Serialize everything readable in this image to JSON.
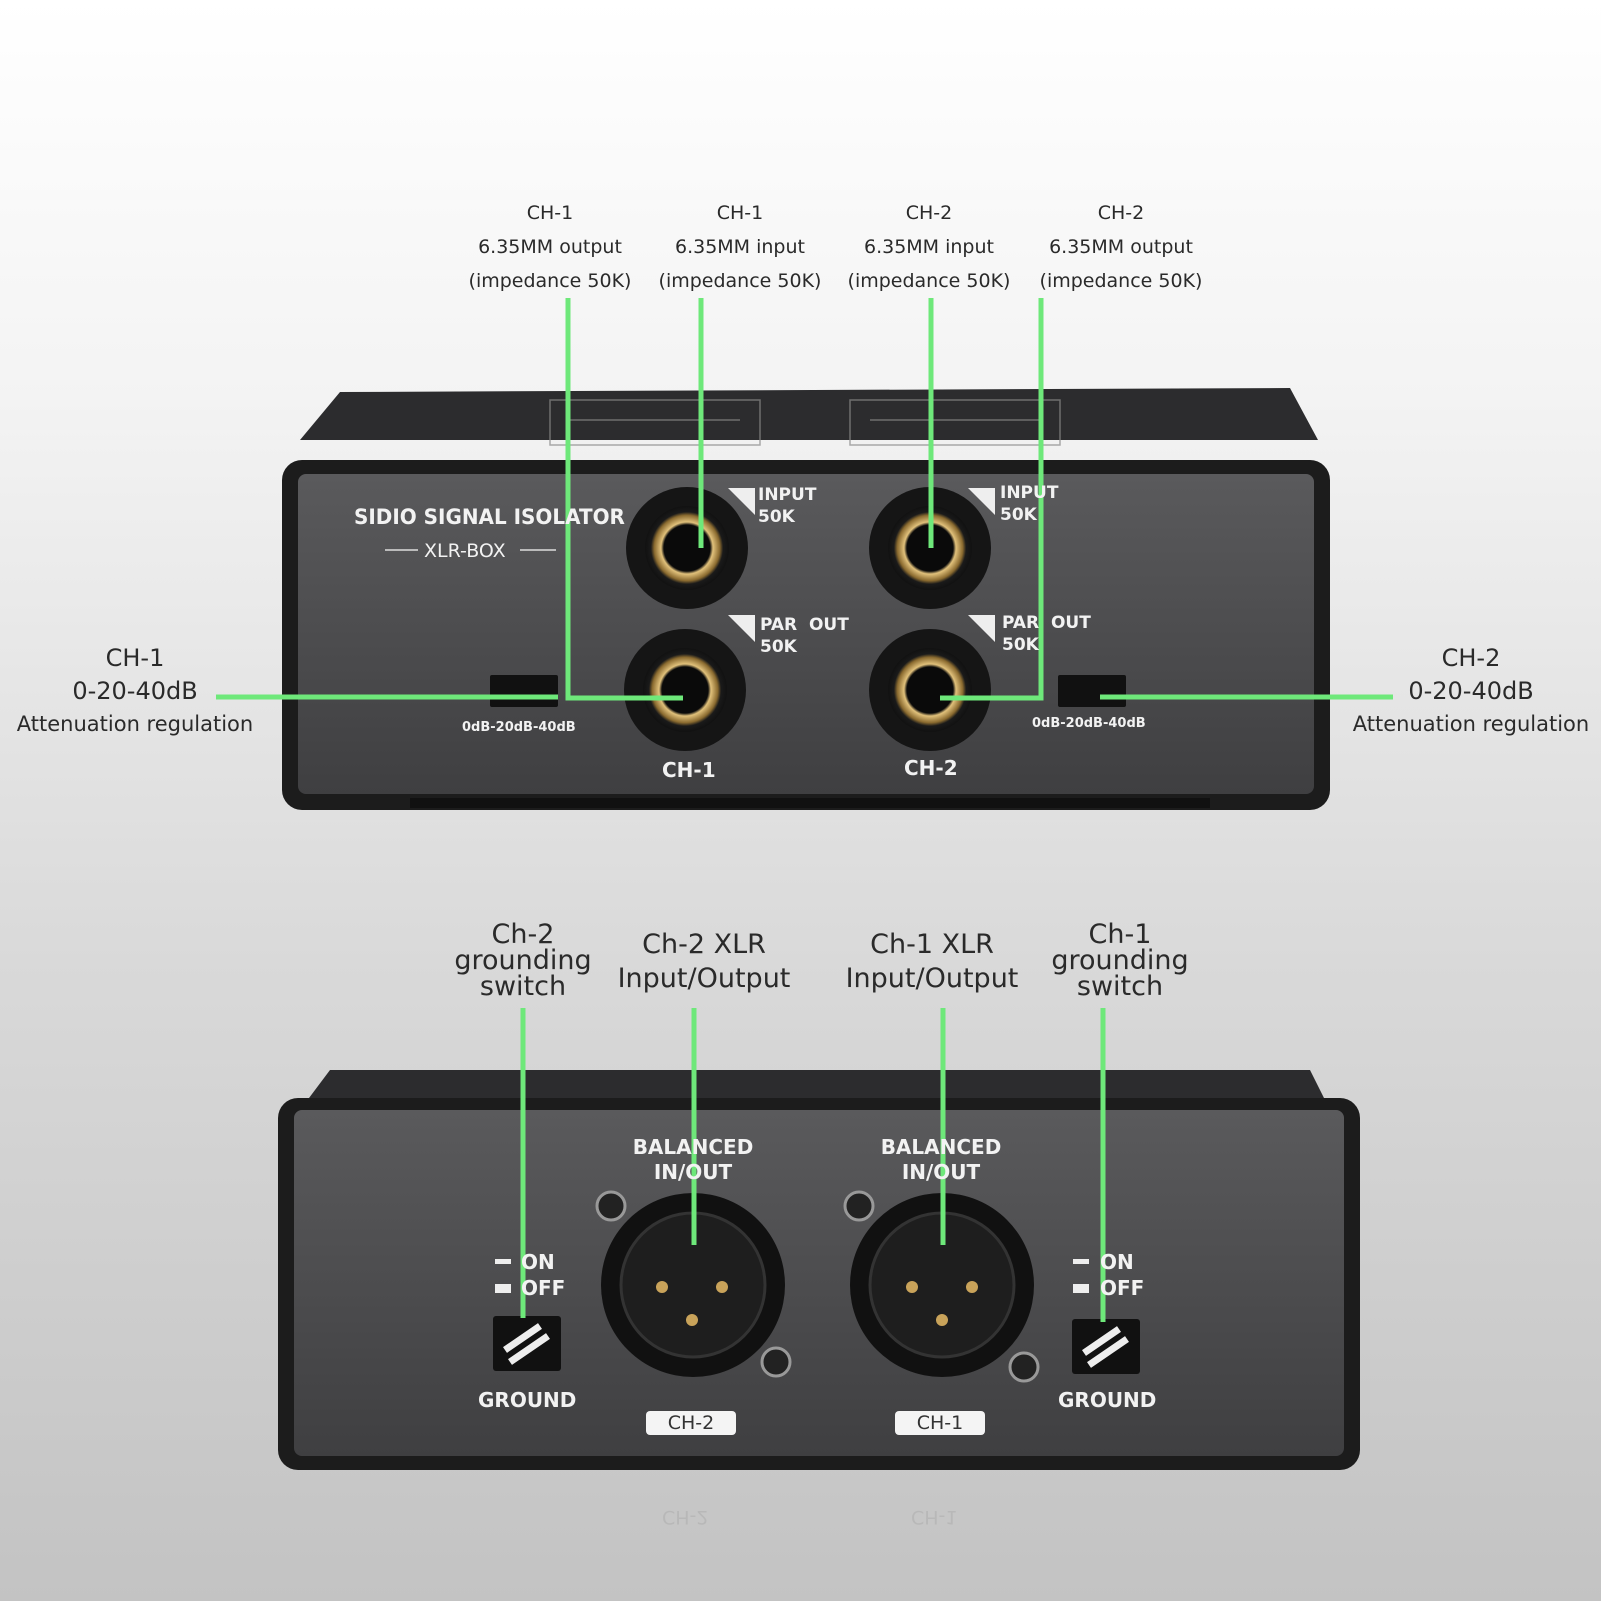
{
  "callouts_top": [
    {
      "line1": "CH-1",
      "line2": "6.35MM output",
      "line3": "(impedance 50K)"
    },
    {
      "line1": "CH-1",
      "line2": "6.35MM input",
      "line3": "(impedance 50K)"
    },
    {
      "line1": "CH-2",
      "line2": "6.35MM input",
      "line3": "(impedance 50K)"
    },
    {
      "line1": "CH-2",
      "line2": "6.35MM output",
      "line3": "(impedance 50K)"
    }
  ],
  "callouts_side": {
    "left": {
      "line1": "CH-1",
      "line2": "0-20-40dB",
      "line3": "Attenuation regulation"
    },
    "right": {
      "line1": "CH-2",
      "line2": "0-20-40dB",
      "line3": "Attenuation regulation"
    }
  },
  "callouts_bottom": [
    {
      "line1": "Ch-2",
      "line2": "grounding",
      "line3": "switch"
    },
    {
      "line1": "Ch-2 XLR",
      "line2": "Input/Output"
    },
    {
      "line1": "Ch-1 XLR",
      "line2": "Input/Output"
    },
    {
      "line1": "Ch-1",
      "line2": "grounding",
      "line3": "switch"
    }
  ],
  "front_panel": {
    "brand": "SIDIO SIGNAL ISOLATOR",
    "model": "XLR-BOX",
    "input_label": "INPUT",
    "par_out_label": "PAR  OUT",
    "impedance": "50K",
    "atten_scale": "0dB-20dB-40dB",
    "ch1": "CH-1",
    "ch2": "CH-2"
  },
  "rear_panel": {
    "balanced_line1": "BALANCED",
    "balanced_line2": "IN/OUT",
    "on": "ON",
    "off": "OFF",
    "ground": "GROUND",
    "badge_left": "CH-2",
    "badge_right": "CH-1"
  },
  "colors": {
    "callout_line": "#6ee87a",
    "panel": "#4d4d4f",
    "panel_frame": "#1e1e1e",
    "jack_gold": "#b4924b"
  }
}
